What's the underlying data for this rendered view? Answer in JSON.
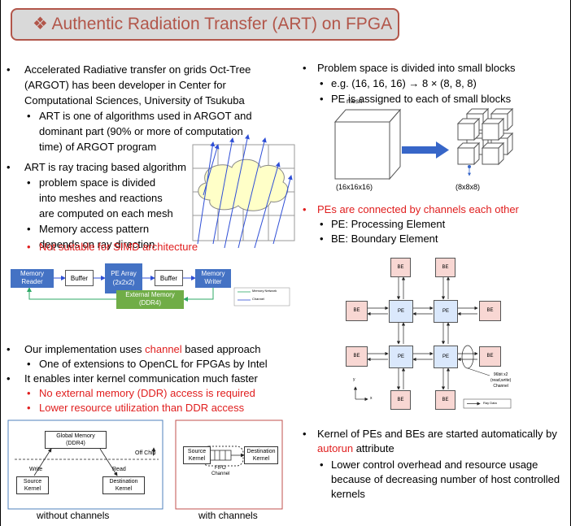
{
  "slide": {
    "title_icon": "❖",
    "title": "Authentic Radiation Transfer (ART) on FPGA",
    "accent_color": "#b2564a"
  },
  "left": {
    "bullet1": [
      "Accelerated Radiative transfer on grids Oct-Tree",
      "(ARGOT)  has been developer in Center for",
      "Computational Sciences, University of Tsukuba"
    ],
    "bullet1_sub": [
      "ART is one of algorithms used in ARGOT and",
      "dominant part (90% or more of computation",
      "time) of ARGOT program"
    ],
    "bullet2": "ART is ray tracing based algorithm",
    "bullet2_subs": [
      [
        "problem space is divided",
        "into meshes and reactions",
        "are computed on each mesh"
      ],
      [
        "Memory access pattern",
        "depends on ray direction"
      ]
    ],
    "bullet2_red": "Not suitable for SIMD architecture",
    "pipeline": {
      "memory_reader": [
        "Memory",
        "Reader"
      ],
      "buffer1": "Buffer",
      "pe_array": [
        "PE Array",
        "(2x2x2)"
      ],
      "buffer2": "Buffer",
      "memory_writer": [
        "Memory",
        "Writer"
      ],
      "external_memory": [
        "External Memory",
        "(DDR4)"
      ],
      "legend_memory_network": "Memory Network",
      "legend_channel": "Channel"
    },
    "bullet3_pre": "Our implementation uses ",
    "bullet3_red": "channel",
    "bullet3_post": " based approach",
    "bullet3_sub": "One of extensions to OpenCL for FPGAs by Intel",
    "bullet4": "It enables inter kernel communication much faster",
    "bullet4_red_subs": [
      "No external memory (DDR) access is required",
      "Lower resource utilization than DDR access"
    ],
    "without": {
      "global_memory": [
        "Global Memory",
        "(DDR4)"
      ],
      "off_chip": "Off Chip",
      "write": "Write",
      "read": "Read",
      "source": [
        "Source",
        "Kernel"
      ],
      "destination": [
        "Destination",
        "Kernel"
      ],
      "caption": "without channels"
    },
    "with": {
      "source": [
        "Source",
        "Kernel"
      ],
      "fifo": "FIFO",
      "channel": "Channel",
      "destination": [
        "Destination",
        "Kernel"
      ],
      "caption": "with channels"
    },
    "box_colors": {
      "blue": "#4472c4",
      "green": "#70ad47",
      "without_border": "#4f81bd",
      "with_border": "#c0504d"
    }
  },
  "right": {
    "bullet1": "Problem space is divided into small blocks",
    "bullet1_subs": [
      "e.g. (16, 16, 16) → 8 × (8, 8, 8)",
      "PE is assigned to each of small blocks"
    ],
    "mesh_label": "mesh",
    "mesh_size": "(16x16x16)",
    "block_size": "(8x8x8)",
    "bullet2_red": "PEs are connected by channels each other",
    "bullet2_subs": [
      "PE: Processing Element",
      "BE: Boundary Element"
    ],
    "network": {
      "pe": "PE",
      "be": "BE",
      "axis_y": "y",
      "axis_x": "x",
      "channel_note": [
        "96bit x2",
        "(read,write)",
        "Channel"
      ],
      "legend": "Ray Data",
      "pe_color": "#dae8fc",
      "be_color": "#f8d7d3"
    },
    "bullet3_pre": "Kernel of PEs and BEs are started automatically by",
    "bullet3_red": "autorun",
    "bullet3_post": " attribute",
    "bullet3_sub": [
      "Lower control overhead and resource usage",
      "because of decreasing number of host controlled",
      "kernels"
    ]
  }
}
